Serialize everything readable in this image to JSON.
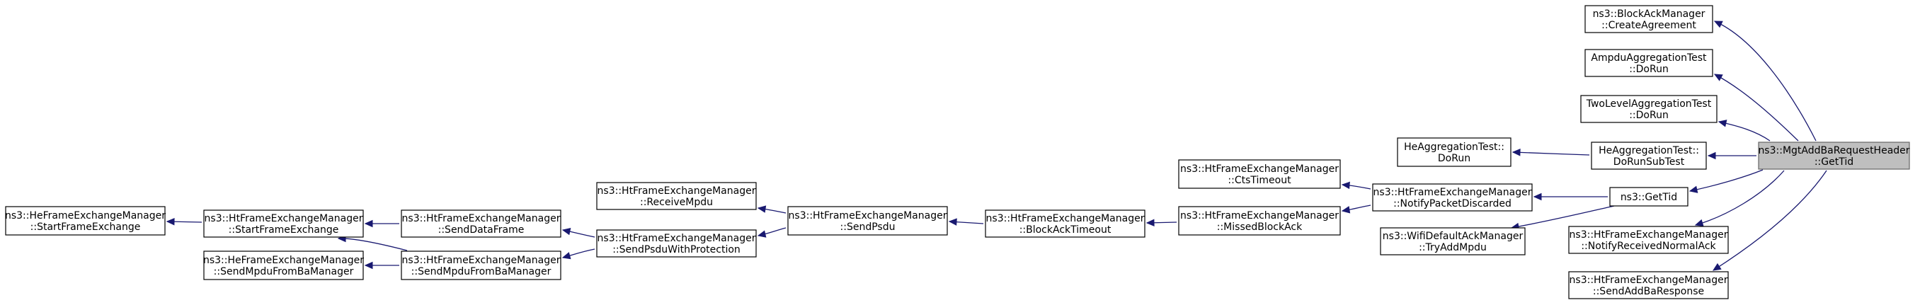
{
  "graph": {
    "nodes": [
      {
        "id": "root",
        "lines": [
          "ns3::MgtAddBaRequestHeader",
          "::GetTid"
        ],
        "root": true
      },
      {
        "id": "bam_create",
        "lines": [
          "ns3::BlockAckManager",
          "::CreateAgreement"
        ]
      },
      {
        "id": "ampdu_dorun",
        "lines": [
          "AmpduAggregationTest",
          "::DoRun"
        ]
      },
      {
        "id": "twolevel_dorun",
        "lines": [
          "TwoLevelAggregationTest",
          "::DoRun"
        ]
      },
      {
        "id": "heagg_subtest",
        "lines": [
          "HeAggregationTest::",
          "DoRunSubTest"
        ]
      },
      {
        "id": "heagg_dorun",
        "lines": [
          "HeAggregationTest::",
          "DoRun"
        ]
      },
      {
        "id": "gettid",
        "lines": [
          "ns3::GetTid"
        ]
      },
      {
        "id": "ht_notifynormalack",
        "lines": [
          "ns3::HtFrameExchangeManager",
          "::NotifyReceivedNormalAck"
        ]
      },
      {
        "id": "ht_sendaddbaresp",
        "lines": [
          "ns3::HtFrameExchangeManager",
          "::SendAddBaResponse"
        ]
      },
      {
        "id": "ht_notifydiscarded",
        "lines": [
          "ns3::HtFrameExchangeManager",
          "::NotifyPacketDiscarded"
        ]
      },
      {
        "id": "wifi_tryaddmpdu",
        "lines": [
          "ns3::WifiDefaultAckManager",
          "::TryAddMpdu"
        ]
      },
      {
        "id": "ht_ctstimeout",
        "lines": [
          "ns3::HtFrameExchangeManager",
          "::CtsTimeout"
        ]
      },
      {
        "id": "ht_missedblockack",
        "lines": [
          "ns3::HtFrameExchangeManager",
          "::MissedBlockAck"
        ]
      },
      {
        "id": "ht_blockacktimeout",
        "lines": [
          "ns3::HtFrameExchangeManager",
          "::BlockAckTimeout"
        ]
      },
      {
        "id": "ht_sendpsdu",
        "lines": [
          "ns3::HtFrameExchangeManager",
          "::SendPsdu"
        ]
      },
      {
        "id": "ht_receivempdu",
        "lines": [
          "ns3::HtFrameExchangeManager",
          "::ReceiveMpdu"
        ]
      },
      {
        "id": "ht_sendpsduwp",
        "lines": [
          "ns3::HtFrameExchangeManager",
          "::SendPsduWithProtection"
        ]
      },
      {
        "id": "ht_senddataframe",
        "lines": [
          "ns3::HtFrameExchangeManager",
          "::SendDataFrame"
        ]
      },
      {
        "id": "ht_sendmpdufromba",
        "lines": [
          "ns3::HtFrameExchangeManager",
          "::SendMpduFromBaManager"
        ]
      },
      {
        "id": "ht_startframeexchange",
        "lines": [
          "ns3::HtFrameExchangeManager",
          "::StartFrameExchange"
        ]
      },
      {
        "id": "he_sendmpdufromba",
        "lines": [
          "ns3::HeFrameExchangeManager",
          "::SendMpduFromBaManager"
        ]
      },
      {
        "id": "he_startframeexchange",
        "lines": [
          "ns3::HeFrameExchangeManager",
          "::StartFrameExchange"
        ]
      }
    ],
    "edges": [
      {
        "from": "root",
        "to": "bam_create"
      },
      {
        "from": "root",
        "to": "ampdu_dorun"
      },
      {
        "from": "root",
        "to": "twolevel_dorun"
      },
      {
        "from": "root",
        "to": "heagg_subtest"
      },
      {
        "from": "root",
        "to": "gettid"
      },
      {
        "from": "root",
        "to": "ht_notifynormalack"
      },
      {
        "from": "root",
        "to": "ht_sendaddbaresp"
      },
      {
        "from": "heagg_subtest",
        "to": "heagg_dorun"
      },
      {
        "from": "gettid",
        "to": "ht_notifydiscarded"
      },
      {
        "from": "gettid",
        "to": "wifi_tryaddmpdu"
      },
      {
        "from": "ht_notifydiscarded",
        "to": "ht_ctstimeout"
      },
      {
        "from": "ht_notifydiscarded",
        "to": "ht_missedblockack"
      },
      {
        "from": "ht_missedblockack",
        "to": "ht_blockacktimeout"
      },
      {
        "from": "ht_blockacktimeout",
        "to": "ht_sendpsdu"
      },
      {
        "from": "ht_sendpsdu",
        "to": "ht_receivempdu"
      },
      {
        "from": "ht_sendpsdu",
        "to": "ht_sendpsduwp"
      },
      {
        "from": "ht_sendpsduwp",
        "to": "ht_senddataframe"
      },
      {
        "from": "ht_sendpsduwp",
        "to": "ht_sendmpdufromba"
      },
      {
        "from": "ht_senddataframe",
        "to": "ht_startframeexchange"
      },
      {
        "from": "ht_sendmpdufromba",
        "to": "ht_startframeexchange"
      },
      {
        "from": "ht_sendmpdufromba",
        "to": "he_sendmpdufromba"
      },
      {
        "from": "ht_startframeexchange",
        "to": "he_startframeexchange"
      }
    ]
  }
}
